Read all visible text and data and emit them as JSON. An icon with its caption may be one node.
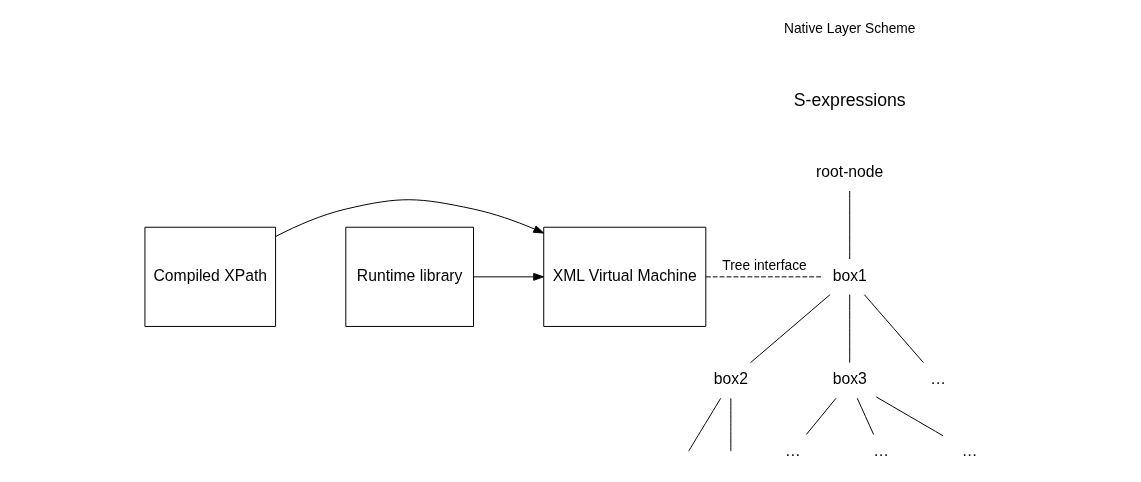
{
  "diagram": {
    "nodes": [
      {
        "text": [
          "Compiled XPath"
        ]
      },
      {
        "text": [
          "Runtime library"
        ]
      },
      {
        "text": [
          "XML Virtual Machine"
        ]
      },
      {
        "text": [
          "root-node"
        ]
      },
      {
        "text": [
          "box1"
        ]
      },
      {
        "text": [
          "box2"
        ]
      },
      {
        "text": [
          "box3"
        ]
      },
      {
        "text": [
          "…"
        ]
      },
      {
        "text": [
          "…"
        ]
      },
      {
        "text": [
          "…"
        ]
      },
      {
        "text": [
          "…"
        ]
      }
    ],
    "edges": [
      {
        "from": 0,
        "to": 2,
        "arrow": "to"
      },
      {
        "from": 1,
        "to": 2,
        "arrow": "to"
      },
      {
        "from": 2,
        "to": 4,
        "arrow": "none",
        "label": "Tree interface",
        "style": "dashed"
      },
      {
        "from": 3,
        "to": 4,
        "arrow": "none"
      },
      {
        "from": 4,
        "to": 5,
        "arrow": "none"
      },
      {
        "from": 4,
        "to": 6,
        "arrow": "none"
      },
      {
        "from": 4,
        "to": 7,
        "arrow": "none"
      },
      {
        "from": 5,
        "to": null,
        "arrow": "none"
      },
      {
        "from": 5,
        "to": null,
        "arrow": "none"
      },
      {
        "from": 6,
        "to": 8,
        "arrow": "none"
      },
      {
        "from": 6,
        "to": 9,
        "arrow": "none"
      },
      {
        "from": 6,
        "to": 10,
        "arrow": "none"
      }
    ],
    "labels": [
      "Native Layer Scheme",
      "S-expressions"
    ]
  }
}
